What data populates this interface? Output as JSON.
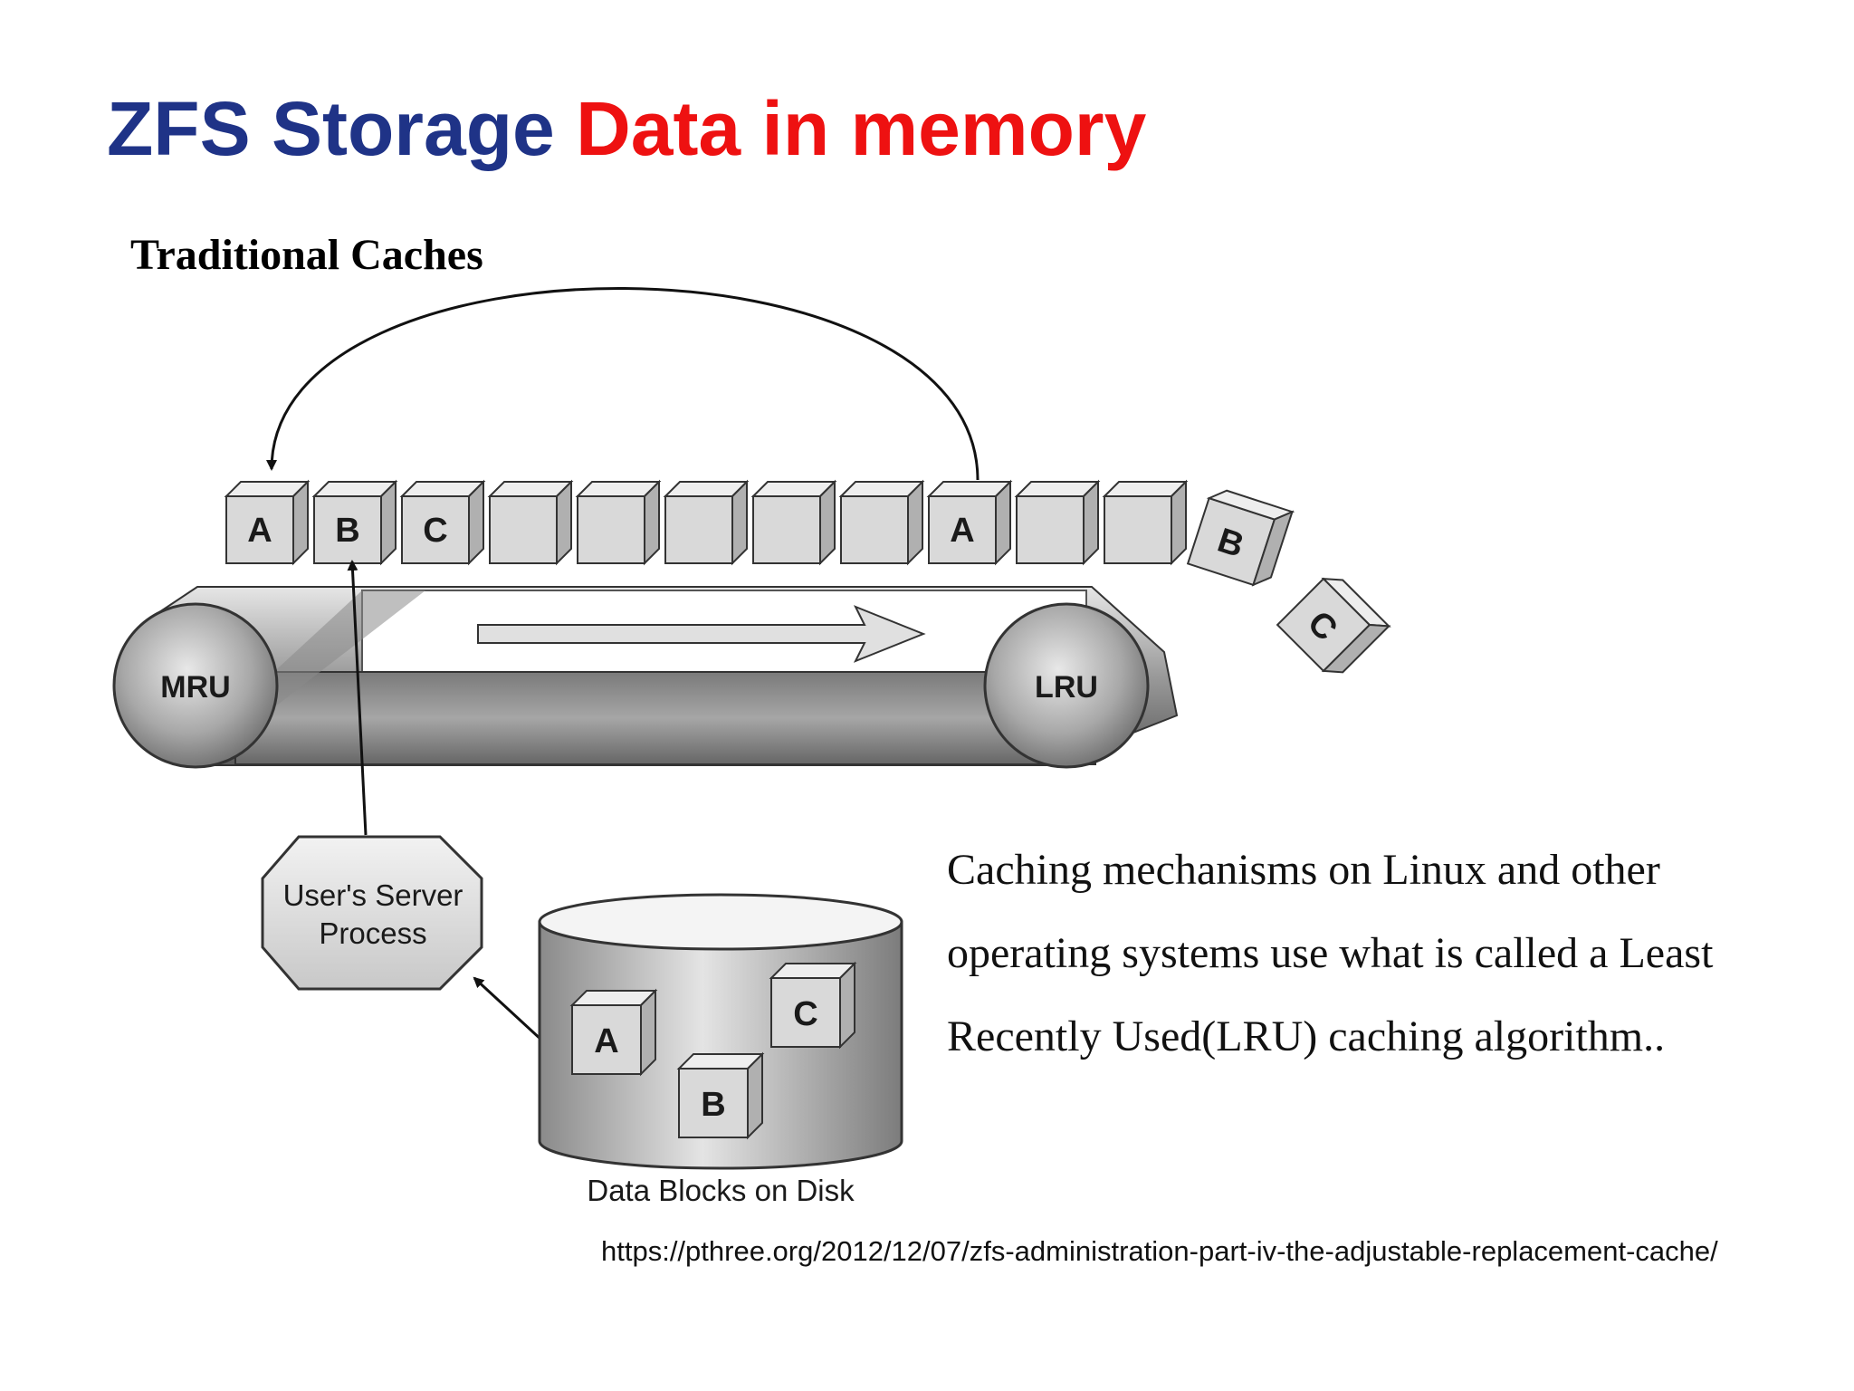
{
  "slide": {
    "title_part1": "ZFS Storage",
    "title_part2": "Data in memory",
    "subtitle": "Traditional Caches",
    "body_lines": [
      "Caching mechanisms on Linux and other",
      "operating systems use what is called a Least",
      "Recently Used(LRU) caching algorithm.."
    ],
    "source_url": "https://pthree.org/2012/12/07/zfs-administration-part-iv-the-adjustable-replacement-cache/"
  },
  "diagram": {
    "mru_label": "MRU",
    "lru_label": "LRU",
    "conveyor_blocks": [
      "A",
      "B",
      "C",
      "",
      "",
      "",
      "",
      "",
      "A",
      "",
      ""
    ],
    "evicted_blocks": [
      "B",
      "C"
    ],
    "process_label_lines": [
      "User's Server",
      "Process"
    ],
    "disk_blocks": [
      "A",
      "B",
      "C"
    ],
    "disk_caption": "Data Blocks on Disk"
  },
  "colors": {
    "title_blue": "#1f3387",
    "title_red": "#ee1111",
    "block_face": "#d9d9d9",
    "belt_gray": "#9a9a9a"
  }
}
